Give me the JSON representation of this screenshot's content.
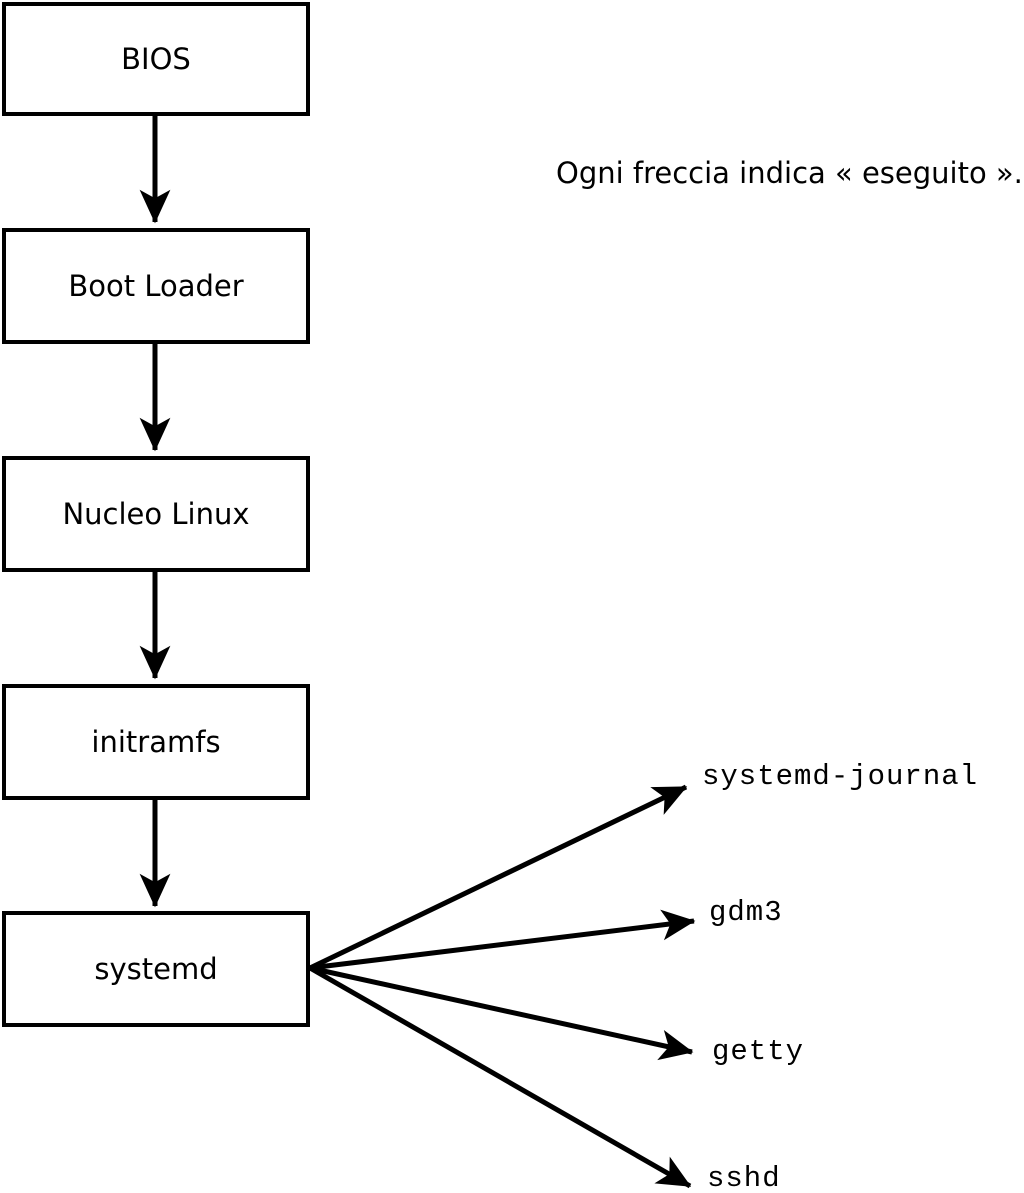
{
  "caption": "Ogni freccia indica « eseguito ».",
  "nodes": [
    {
      "id": "bios",
      "label": "BIOS"
    },
    {
      "id": "boot-loader",
      "label": "Boot Loader"
    },
    {
      "id": "kernel",
      "label": "Nucleo Linux"
    },
    {
      "id": "initramfs",
      "label": "initramfs"
    },
    {
      "id": "systemd",
      "label": "systemd"
    }
  ],
  "services": [
    {
      "id": "systemd-journal",
      "label": "systemd-journal"
    },
    {
      "id": "gdm3",
      "label": "gdm3"
    },
    {
      "id": "getty",
      "label": "getty"
    },
    {
      "id": "sshd",
      "label": "sshd"
    }
  ],
  "edges": [
    {
      "from": "BIOS",
      "to": "Boot Loader"
    },
    {
      "from": "Boot Loader",
      "to": "Nucleo Linux"
    },
    {
      "from": "Nucleo Linux",
      "to": "initramfs"
    },
    {
      "from": "initramfs",
      "to": "systemd"
    },
    {
      "from": "systemd",
      "to": "systemd-journal"
    },
    {
      "from": "systemd",
      "to": "gdm3"
    },
    {
      "from": "systemd",
      "to": "getty"
    },
    {
      "from": "systemd",
      "to": "sshd"
    }
  ],
  "colors": {
    "line": "#000000",
    "box_border": "#000000",
    "box_fill": "#ffffff",
    "background": "#ffffff",
    "text": "#000000"
  }
}
